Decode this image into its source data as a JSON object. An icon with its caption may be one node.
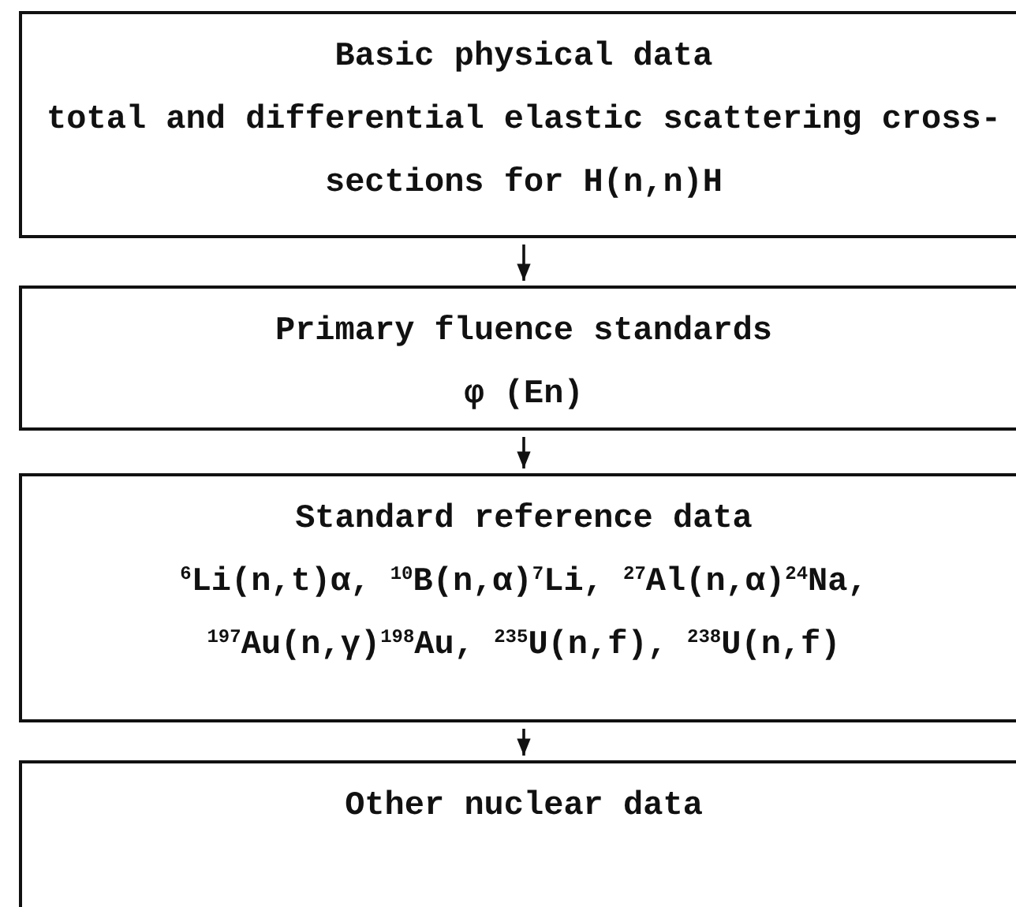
{
  "diagram": {
    "nodes": [
      {
        "text": [
          "Basic physical data",
          "total and differential elastic scattering cross-sections for H(n,n)H"
        ]
      },
      {
        "text": [
          "Primary fluence standards",
          "φ (En)"
        ]
      },
      {
        "text": [
          "Standard reference data",
          "$^{6}$Li(n,t)α, $^{10}$B(n,α)$^{7}$Li, $^{27}$Al(n,α)$^{24}$Na, $^{197}$Au(n,γ)$^{198}$Au, $^{235}$U(n,f), $^{238}$U(n,f)"
        ]
      },
      {
        "text": [
          "Other nuclear data"
        ]
      }
    ],
    "edges": [
      {
        "from": 0,
        "to": 1,
        "arrow": "to"
      },
      {
        "from": 1,
        "to": 2,
        "arrow": "to"
      },
      {
        "from": 2,
        "to": 3,
        "arrow": "to"
      }
    ]
  }
}
